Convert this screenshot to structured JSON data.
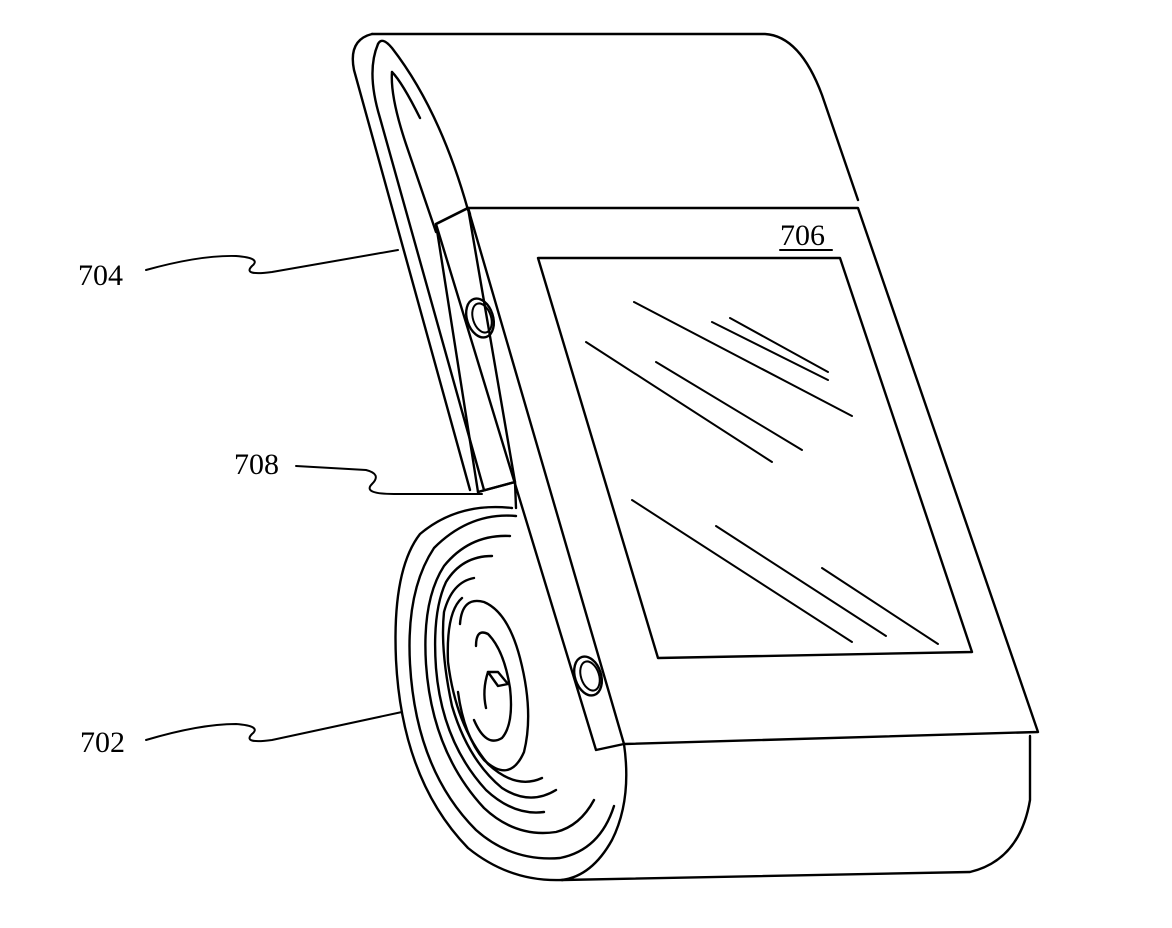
{
  "figure": {
    "labels": {
      "roll": "702",
      "band": "704",
      "display": "706",
      "hinge": "708"
    }
  }
}
